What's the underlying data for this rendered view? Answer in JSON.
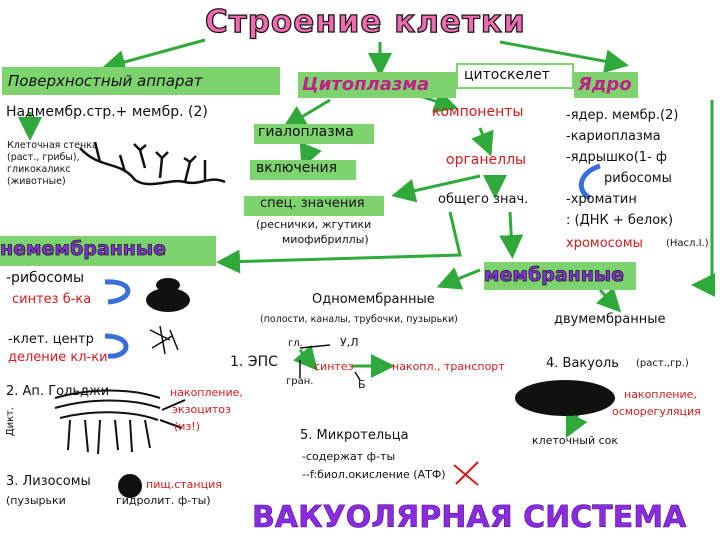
{
  "title": "Строение клетки",
  "surface": {
    "header": "Поверхностный аппарат",
    "line1": "Надмембр.стр.+ мембр. (2)",
    "cell_wall": [
      "Клеточная стенка",
      "(раст., грибы),",
      "гликокаликс",
      "(животные)"
    ]
  },
  "cytoplasm": {
    "header": "Цитоплазма",
    "cytoskeleton": "цитоскелет",
    "components": "компоненты",
    "hyaloplasm": "гиалоплазма",
    "inclusions": "включения",
    "organelles": "органеллы",
    "special": "спец. значения",
    "special_detail": [
      "(реснички, жгутики",
      "миофибриллы)"
    ],
    "general": "общего знач."
  },
  "nucleus": {
    "header": "Ядро",
    "lines": [
      "-ядер. мембр.(2)",
      "-кариоплазма",
      "-ядрышко(1- ф",
      "рибосомы",
      "-хроматин",
      ": (ДНК + белок)"
    ],
    "chromosomes": "хромосомы",
    "chromosomes_note": "(Насл.I.)"
  },
  "nonmembrane": {
    "header": "немембранные",
    "ribosomes": "-рибосомы",
    "ribosomes_fn": "синтез б-ка",
    "centre": "-клет. центр",
    "centre_fn": "деление кл-ки"
  },
  "membrane": {
    "header": "мембранные",
    "single": "Одномембранные",
    "single_detail": "(полости, каналы, трубочки, пузырьки)",
    "double": "двумембранные"
  },
  "er": {
    "label": "1.  ЭПС",
    "smooth": "гл.",
    "gran": "гран.",
    "u_l": "У,Л",
    "b": "Б",
    "synthesis": "синтез",
    "transport": "накопл., транспорт"
  },
  "golgi": {
    "label": "2. Ап. Гольджи",
    "side": "Дикт.",
    "functions": [
      "накопление,",
      "экзоцитоз",
      "(из!)"
    ]
  },
  "lysosomes": {
    "label": "3. Лизосомы",
    "vesicles": "(пузырьки",
    "digest": "пищ.станция",
    "hydrolysis": "гидролит. ф-ты)"
  },
  "vacuole": {
    "label": "4. Вакуоль",
    "scope": "(раст.,гр.)",
    "functions": [
      "накопление,",
      "осморегуляция"
    ],
    "sap": "клеточный сок"
  },
  "microbody": {
    "label": "5. Микротельца",
    "lines": [
      "-содержат ф-ты",
      "--f:биол.окисление (АТФ)"
    ]
  },
  "footer": "ВАКУОЛЯРНАЯ СИСТЕМА",
  "colors": {
    "green_box": "#7dd36e",
    "title_fill": "#f26ab1",
    "arrow_green": "#2faa3a",
    "arrow_blue": "#3a6fd8",
    "magenta": "#c0208a",
    "red": "#d11d1d",
    "footer": "#8a2be2"
  }
}
